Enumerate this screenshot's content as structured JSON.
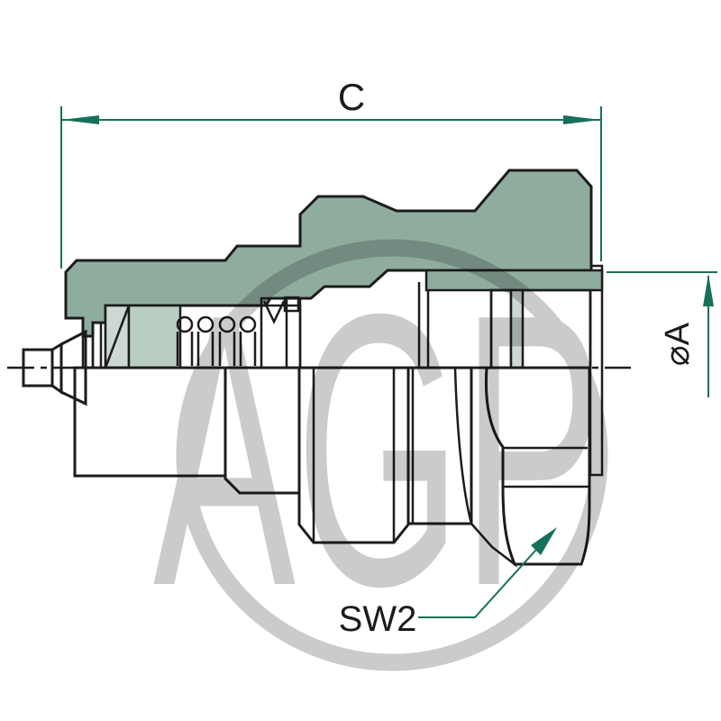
{
  "page": {
    "background": "#ffffff",
    "type": "technical-drawing"
  },
  "labels": {
    "length_dimension": "C",
    "diameter_dimension": "⌀A",
    "wrench_size": "SW2"
  },
  "watermark": {
    "text": "AGP"
  },
  "colors": {
    "dimension_lines": "#16705a",
    "outline": "#1c1c1c",
    "hatch_fill": "#8fad9f",
    "body_fill": "#ccd8d1",
    "shadow_fill": "#9db5a8",
    "watermark_gray": "#cbcbcb"
  }
}
